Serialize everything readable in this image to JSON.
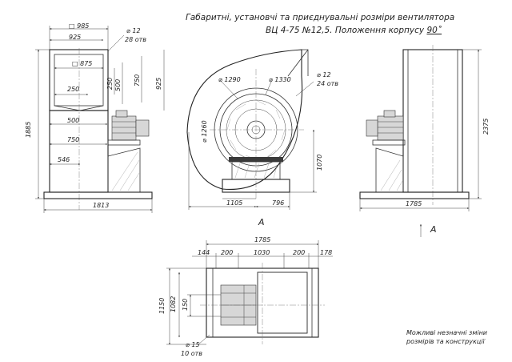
{
  "title": {
    "line1": "Габаритні, установчі та приєднувальні розміри вентилятора",
    "line2_prefix": "ВЦ 4-75  №12,5. Положення корпусу ",
    "line2_angle": "90˚"
  },
  "front_view": {
    "d_985": "□ 985",
    "d_925": "925",
    "d_875": "□ 875",
    "d_250": "250",
    "d_250v": "250",
    "d_500v": "500",
    "d_750v": "750",
    "d_925v": "925",
    "d_500": "500",
    "d_750": "750",
    "d_546": "546",
    "d_1885": "1885",
    "d_1813": "1813",
    "hole_d": "⌀ 12",
    "hole_n": "28 отв"
  },
  "side_view": {
    "d_1290": "⌀ 1290",
    "d_1330": "⌀ 1330",
    "hole_d": "⌀ 12",
    "hole_n": "24 отв",
    "d_1260": "⌀ 1260",
    "d_1070": "1070",
    "d_1105": "1105",
    "d_796": "796",
    "view_a": "A"
  },
  "rear_view": {
    "d_2375": "2375",
    "d_1785": "1785",
    "arrow_a": "A"
  },
  "plan_view": {
    "d_1785": "1785",
    "d_144": "144",
    "d_200a": "200",
    "d_1030": "1030",
    "d_200b": "200",
    "d_178": "178",
    "d_1150": "1150",
    "d_1082": "1082",
    "d_150": "150",
    "hole_d": "⌀ 15",
    "hole_n": "10 отв"
  },
  "note": {
    "line1": "Можливі незначні зміни",
    "line2": "розмірів та конструкції"
  }
}
